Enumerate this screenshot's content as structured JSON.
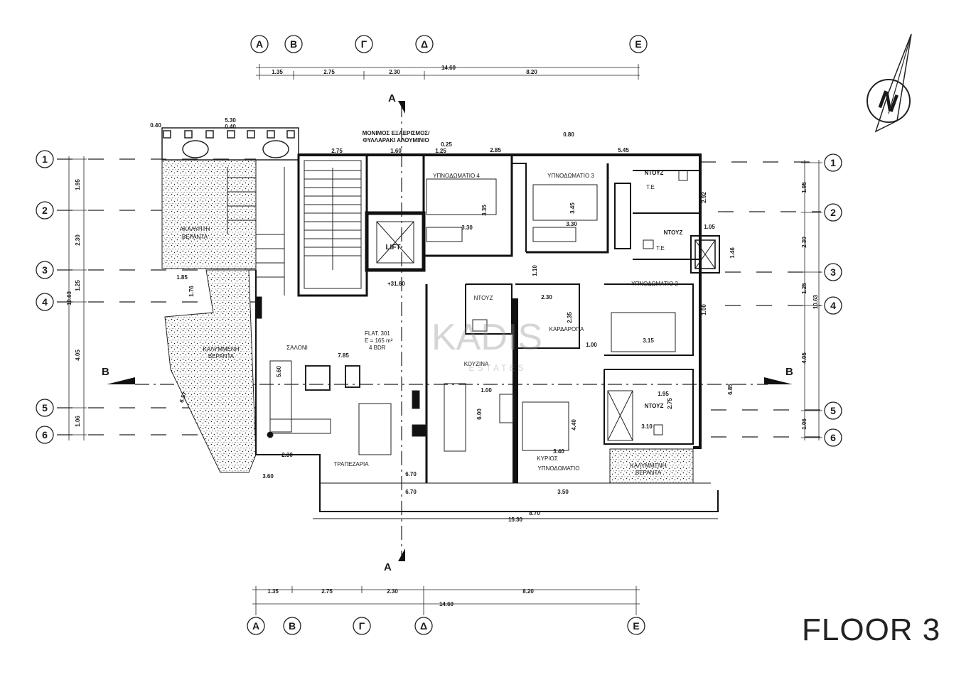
{
  "title": "FLOOR 3",
  "watermark": {
    "main": "KADIS",
    "sub": "ESTATES"
  },
  "axes_columns": [
    "A",
    "B",
    "Γ",
    "Δ",
    "E"
  ],
  "axes_rows": [
    "1",
    "2",
    "3",
    "4",
    "5",
    "6"
  ],
  "top_dims": {
    "total": "14.60",
    "segments": [
      "1.35",
      "2.75",
      "2.30",
      "8.20"
    ]
  },
  "bottom_dims": {
    "total": "14.60",
    "segments": [
      "1.35",
      "2.75",
      "2.30",
      "8.20"
    ]
  },
  "left_dims": [
    "1.95",
    "2.30",
    "1.25",
    "4.05",
    "1.06"
  ],
  "left_total": "10.63",
  "right_dims": [
    "1.95",
    "2.30",
    "1.25",
    "4.05",
    "1.06"
  ],
  "right_total": "10.63",
  "section_marks": {
    "a_top": "A",
    "a_bottom": "A",
    "b_left": "B",
    "b_right": "B"
  },
  "north": "N",
  "rooms": {
    "bedroom4": "ΥΠΝΟΔΩΜΑΤΙΟ 4",
    "bedroom3": "ΥΠΝΟΔΩΜΑΤΙΟ 3",
    "bedroom2": "ΥΠΝΟΔΩΜΑΤΙΟ 2",
    "master1": "ΚΥΡΙΟΣ",
    "master2": "ΥΠΝΟΔΩΜΑΤΙΟ",
    "shower1": "ΝΤΟΥΖ",
    "shower2": "ΝΤΟΥΖ",
    "shower3": "ΝΤΟΥΖ",
    "shower4": "ΝΤΟΥΖ",
    "wardrobe": "ΚΑΡΔΑΡΟΠΑ",
    "kitchen": "ΚΟΥΖΙΝΑ",
    "living": "ΣΑΛΟΝΙ",
    "dining": "ΤΡΑΠΕΖΑΡΙΑ",
    "lift": "LIFT",
    "vent1": "ΜΟΝΙΜΟΣ ΕΞΑΕΡΙΣΜΟΣ/",
    "vent2": "ΦΥΛΛΑΡΑΚΙ ΑΛΟΥΜΙΝΙΟ",
    "flat1": "FLAT. 301",
    "flat2": "E = 165 m²",
    "flat3": "4 BDR",
    "veranda_c1": "ΚΑΛΥΜΜΕΝΗ",
    "veranda_c2": "ΒΕΡΑΝΤΑ",
    "veranda_o1": "ΑΚΑΛΥΠΤΗ",
    "veranda_o2": "ΒΕΡΑΝΤΑ",
    "veranda_r1": "ΚΑΛΥΜΜΕΝΗ",
    "veranda_r2": "ΒΕΡΑΝΤΑ",
    "level": "+31.60",
    "te1": "T.E",
    "te2": "T.E"
  },
  "inner_dims": {
    "d_0_80": "0.80",
    "d_2_75": "2.75",
    "d_1_60": "1.60",
    "d_0_25": "0.25",
    "d_1_25": "1.25",
    "d_2_85": "2.85",
    "d_5_45": "5.45",
    "d_5_30": "5.30",
    "d_0_40a": "0.40",
    "d_0_40b": "0.40",
    "d_3_30": "3.30",
    "d_3_35": "3.35",
    "d_3_30b": "3.30",
    "d_3_45": "3.45",
    "d_1_10": "1.10",
    "d_2_30": "2.30",
    "d_2_35": "2.35",
    "d_1_00a": "1.00",
    "d_3_15": "3.15",
    "d_1_00b": "1.00",
    "d_7_85": "7.85",
    "d_5_60": "5.60",
    "d_1_00c": "1.00",
    "d_6_00": "6.00",
    "d_4_40": "4.40",
    "d_3_40": "3.40",
    "d_1_95": "1.95",
    "d_2_75b": "2.75",
    "d_3_10": "3.10",
    "d_6_70a": "6.70",
    "d_6_70b": "6.70",
    "d_3_60": "3.60",
    "d_15_30": "15.30",
    "d_8_70": "8.70",
    "d_3_50": "3.50",
    "d_2_30b": "2.30",
    "d_1_85": "1.85",
    "d_1_76": "1.76",
    "d_1_05": "1.05",
    "d_2_92": "2.92",
    "d_1_46": "1.46",
    "d_6_57": "6.57",
    "d_6_85": "6.85"
  }
}
